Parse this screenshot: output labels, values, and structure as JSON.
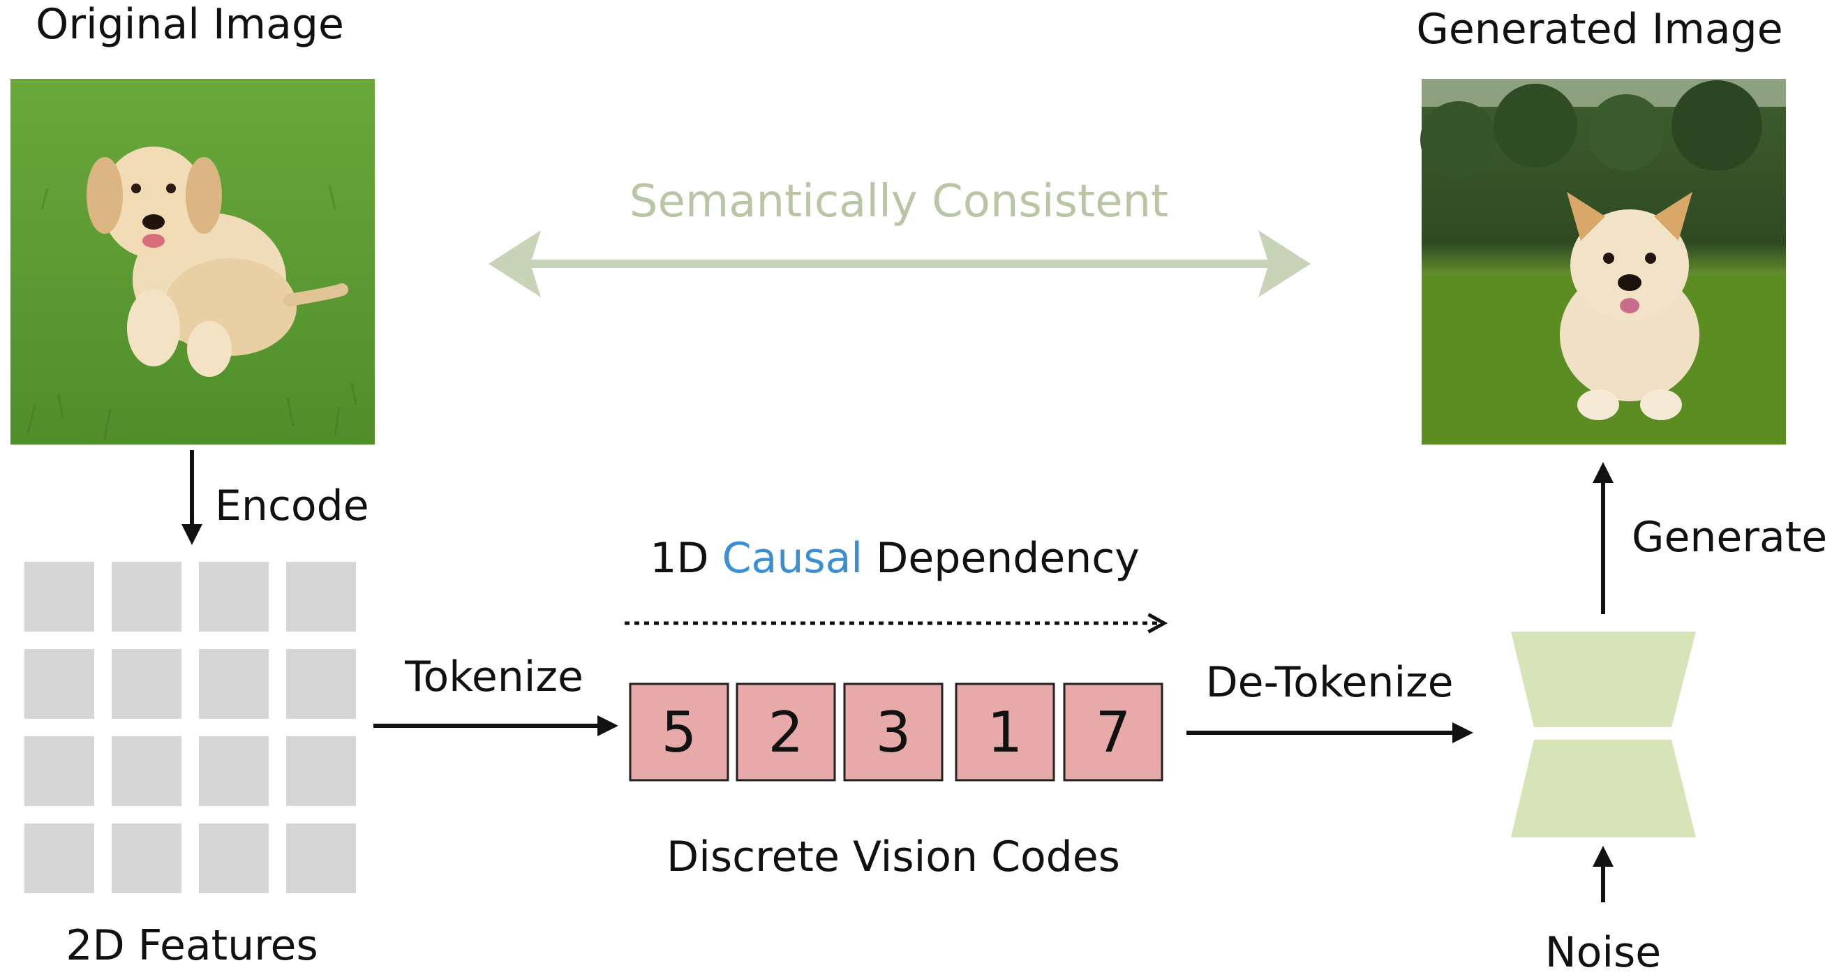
{
  "labels": {
    "original_image": "Original Image",
    "generated_image": "Generated Image",
    "semantically_consistent": "Semantically Consistent",
    "encode": "Encode",
    "tokenize": "Tokenize",
    "causal_prefix": "1D ",
    "causal_word": "Causal",
    "causal_suffix": " Dependency",
    "detokenize": "De-Tokenize",
    "generate": "Generate",
    "features": "2D Features",
    "codes_caption": "Discrete Vision Codes",
    "noise": "Noise"
  },
  "codes": [
    "5",
    "2",
    "3",
    "1",
    "7"
  ],
  "colors": {
    "text": "#111111",
    "causal": "#3a8fd4",
    "semantic": "#c7d4b8",
    "feature_cell": "#d6d6d6",
    "code_fill": "#e7aaa9",
    "decoder_fill": "#d6e4b8"
  }
}
